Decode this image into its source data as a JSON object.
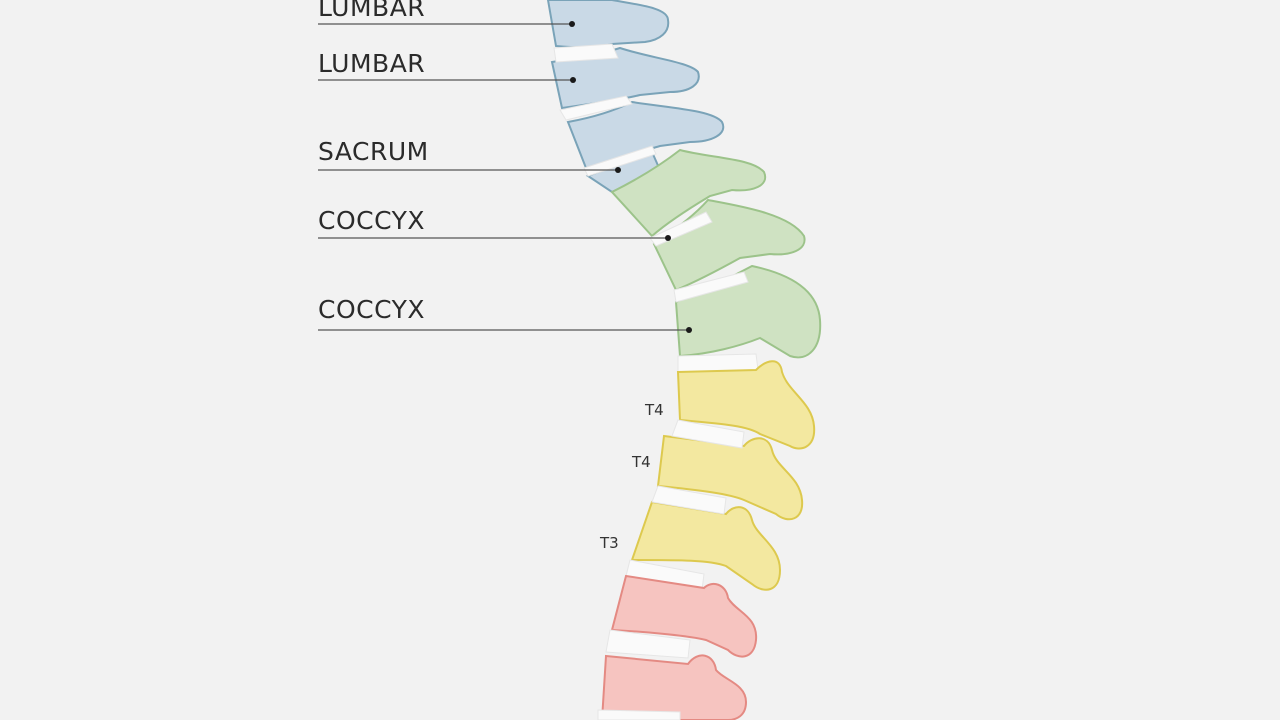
{
  "labels": [
    {
      "text": "LUMBAR"
    },
    {
      "text": "LUMBAR"
    },
    {
      "text": "SACRUM"
    },
    {
      "text": "COCCYX"
    },
    {
      "text": "COCCYX"
    }
  ],
  "small_labels": [
    {
      "text": "T4"
    },
    {
      "text": "T4"
    },
    {
      "text": "T3"
    }
  ],
  "colors": {
    "blue_region": "#c9d9e6",
    "blue_stroke": "#7aa3b8",
    "green_region": "#cfe2c2",
    "green_stroke": "#9cc38a",
    "yellow_region": "#f3e8a0",
    "yellow_stroke": "#ddc94e",
    "red_region": "#f6c4c0",
    "red_stroke": "#e48a83"
  }
}
